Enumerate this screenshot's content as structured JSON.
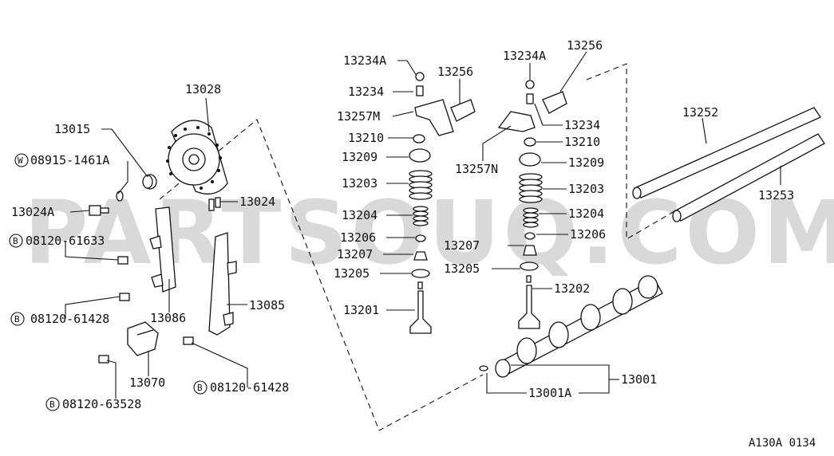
{
  "watermark": "PARTSOUQ.COM",
  "diagram_code": "A130A 0134",
  "labels": {
    "p13028": "13028",
    "p13015": "13015",
    "p08915": "08915-1461A",
    "p08915_prefix": "W",
    "p13024": "13024",
    "p13024A": "13024A",
    "p08120_61633": "08120-61633",
    "p08120_61633_prefix": "B",
    "p08120_61428_a": "08120-61428",
    "p08120_61428_a_prefix": "B",
    "p13086": "13086",
    "p13085": "13085",
    "p13070": "13070",
    "p08120_63528": "08120-63528",
    "p08120_63528_prefix": "B",
    "p08120_61428_b": "08120-61428",
    "p08120_61428_b_prefix": "B",
    "l13234A": "13234A",
    "l13234": "13234",
    "l13257M": "13257M",
    "l13256": "13256",
    "l13210": "13210",
    "l13209": "13209",
    "l13203": "13203",
    "l13204": "13204",
    "l13206": "13206",
    "l13207": "13207",
    "l13205": "13205",
    "l13201": "13201",
    "r13234A": "13234A",
    "r13256": "13256",
    "r13234": "13234",
    "r13210": "13210",
    "r13257N": "13257N",
    "r13209": "13209",
    "r13203": "13203",
    "r13204": "13204",
    "r13206": "13206",
    "r13207": "13207",
    "r13205": "13205",
    "r13202": "13202",
    "p13252": "13252",
    "p13253": "13253",
    "p13001": "13001",
    "p13001A": "13001A"
  }
}
